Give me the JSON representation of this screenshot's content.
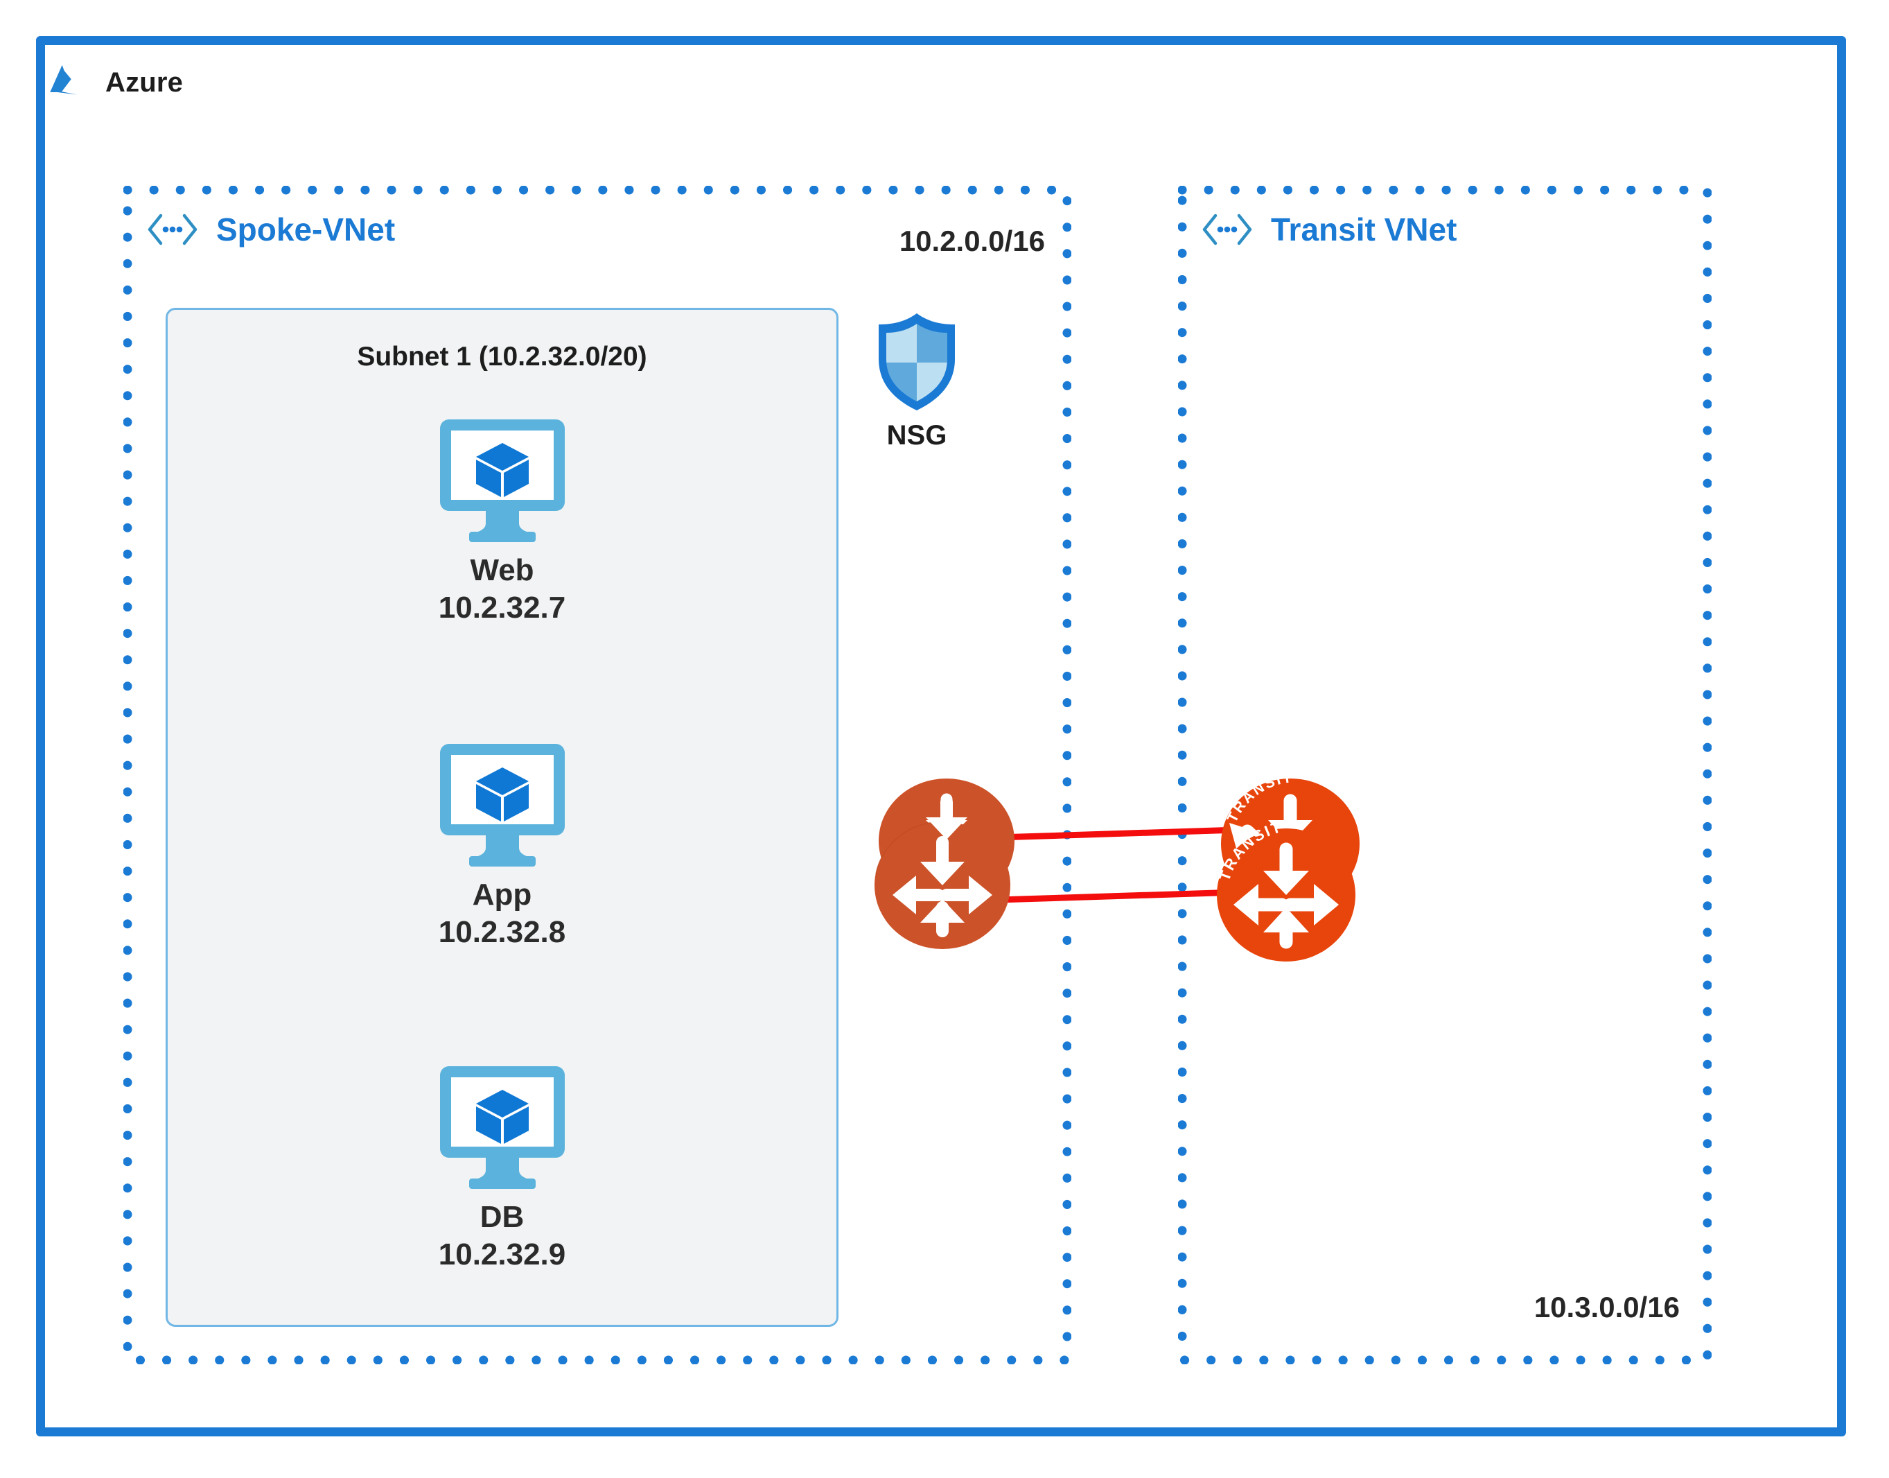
{
  "cloud": {
    "provider_label": "Azure",
    "logo_icon": "azure-logo-icon",
    "border_color": "#1b7ad4"
  },
  "vnets": [
    {
      "id": "spoke",
      "name": "Spoke-VNet",
      "cidr": "10.2.0.0/16",
      "icon": "vnet-icon",
      "accent_color": "#1b7ad4"
    },
    {
      "id": "transit",
      "name": "Transit VNet",
      "cidr": "10.3.0.0/16",
      "icon": "vnet-icon",
      "accent_color": "#1b7ad4"
    }
  ],
  "subnet": {
    "title": "Subnet 1 (10.2.32.0/20)",
    "fill_color": "#f1f3f4",
    "border_color": "#71b7e6"
  },
  "vms": [
    {
      "name": "Web",
      "ip": "10.2.32.7",
      "icon": "virtual-machine-icon"
    },
    {
      "name": "App",
      "ip": "10.2.32.8",
      "icon": "virtual-machine-icon"
    },
    {
      "name": "DB",
      "ip": "10.2.32.9",
      "icon": "virtual-machine-icon"
    }
  ],
  "nsg": {
    "label": "NSG",
    "icon": "shield-icon",
    "color": "#1b7ad4"
  },
  "routers": [
    {
      "id": "spoke-router",
      "icon": "router-icon",
      "badge_text": "",
      "color": "#cc5229"
    },
    {
      "id": "transit-router",
      "icon": "router-icon",
      "badge_text": "TRANSIT",
      "color": "#e8450c"
    }
  ],
  "links": {
    "count": 2,
    "color": "#f40d0d",
    "style": "solid",
    "description": "peering"
  },
  "palette": {
    "vm_frame": "#5bb3dd",
    "vm_cube": "#0f78d4",
    "background": "#ffffff",
    "text": "#2b2b2b"
  }
}
